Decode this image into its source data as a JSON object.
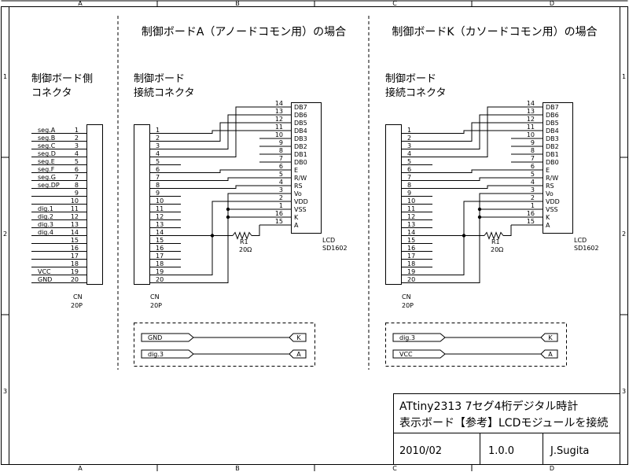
{
  "frame": {
    "columns": [
      "A",
      "B",
      "C",
      "D"
    ],
    "rows": [
      "1",
      "2",
      "3"
    ]
  },
  "section_titles": {
    "anode": "制御ボードA（アノードコモン用）の場合",
    "cathode": "制御ボードK（カソードコモン用）の場合"
  },
  "left_connector": {
    "title_line1": "制御ボード側",
    "title_line2": "コネクタ",
    "label_line1": "CN",
    "label_line2": "20P",
    "pins": [
      {
        "num": "1",
        "signal": "seg.A"
      },
      {
        "num": "2",
        "signal": "seg.B"
      },
      {
        "num": "3",
        "signal": "seg.C"
      },
      {
        "num": "4",
        "signal": "seg.D"
      },
      {
        "num": "5",
        "signal": "seg.E"
      },
      {
        "num": "6",
        "signal": "seg.F"
      },
      {
        "num": "7",
        "signal": "seg.G"
      },
      {
        "num": "8",
        "signal": "seg.DP"
      },
      {
        "num": "9",
        "signal": ""
      },
      {
        "num": "10",
        "signal": ""
      },
      {
        "num": "11",
        "signal": "dig.1"
      },
      {
        "num": "12",
        "signal": "dig.2"
      },
      {
        "num": "13",
        "signal": "dig.3"
      },
      {
        "num": "14",
        "signal": "dig.4"
      },
      {
        "num": "15",
        "signal": ""
      },
      {
        "num": "16",
        "signal": ""
      },
      {
        "num": "17",
        "signal": ""
      },
      {
        "num": "18",
        "signal": ""
      },
      {
        "num": "19",
        "signal": "VCC"
      },
      {
        "num": "20",
        "signal": "GND"
      }
    ]
  },
  "board_connector": {
    "title_line1": "制御ボード",
    "title_line2": "接続コネクタ",
    "label_line1": "CN",
    "label_line2": "20P",
    "pin_numbers": [
      "1",
      "2",
      "3",
      "4",
      "5",
      "6",
      "7",
      "8",
      "9",
      "10",
      "11",
      "12",
      "13",
      "14",
      "15",
      "16",
      "17",
      "18",
      "19",
      "20"
    ]
  },
  "lcd": {
    "pins": [
      {
        "num": "14",
        "name": "DB7"
      },
      {
        "num": "13",
        "name": "DB6"
      },
      {
        "num": "12",
        "name": "DB5"
      },
      {
        "num": "11",
        "name": "DB4"
      },
      {
        "num": "10",
        "name": "DB3"
      },
      {
        "num": "9",
        "name": "DB2"
      },
      {
        "num": "8",
        "name": "DB1"
      },
      {
        "num": "7",
        "name": "DB0"
      },
      {
        "num": "6",
        "name": "E"
      },
      {
        "num": "5",
        "name": "R/W"
      },
      {
        "num": "4",
        "name": "RS"
      },
      {
        "num": "3",
        "name": "Vo"
      },
      {
        "num": "2",
        "name": "VDD"
      },
      {
        "num": "1",
        "name": "VSS"
      },
      {
        "num": "16",
        "name": "K"
      },
      {
        "num": "15",
        "name": "A"
      }
    ],
    "label_line1": "LCD",
    "label_line2": "SD1602"
  },
  "resistor": {
    "ref": "R1",
    "value": "20Ω"
  },
  "port_tables": {
    "anode": [
      {
        "net": "GND",
        "pin": "K"
      },
      {
        "net": "dig.3",
        "pin": "A"
      }
    ],
    "cathode": [
      {
        "net": "dig.3",
        "pin": "K"
      },
      {
        "net": "VCC",
        "pin": "A"
      }
    ]
  },
  "title_block": {
    "title_line1": "ATtiny2313 7セグ4桁デジタル時計",
    "title_line2": "表示ボード【参考】LCDモジュールを接続",
    "date": "2010/02",
    "version": "1.0.0",
    "author": "J.Sugita"
  }
}
